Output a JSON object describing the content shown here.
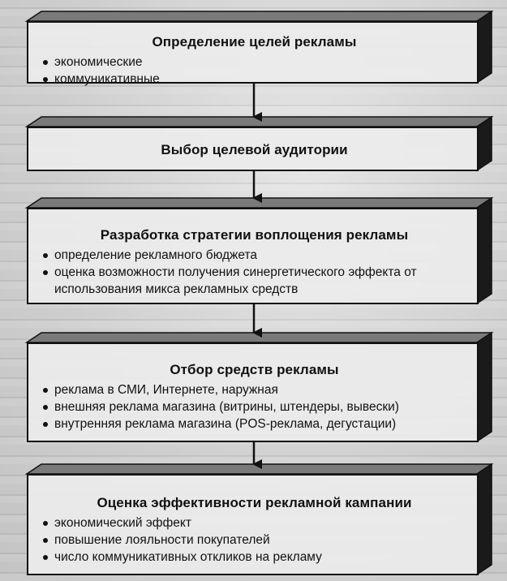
{
  "steps": [
    {
      "title": "Определение целей рекламы",
      "items": [
        "экономические",
        "коммуникативные"
      ]
    },
    {
      "title": "Выбор целевой аудитории",
      "items": []
    },
    {
      "title": "Разработка стратегии воплощения рекламы",
      "items": [
        "определение рекламного бюджета",
        "оценка возможности получения синергетического эффекта от использования микса рекламных средств"
      ]
    },
    {
      "title": "Отбор средств рекламы",
      "items": [
        "реклама в СМИ, Интернете, наружная",
        "внешняя реклама магазина (витрины, штендеры, вывески)",
        "внутренняя реклама магазина (POS-реклама, дегустации)"
      ]
    },
    {
      "title": "Оценка эффективности рекламной кампании",
      "items": [
        "экономический эффект",
        "повышение лояльности покупателей",
        "число коммуникативных откликов на рекламу"
      ]
    }
  ],
  "colors": {
    "box": "#ececec",
    "side": "#1a1a1a",
    "top": "#6e6e6e",
    "line": "#111111"
  }
}
